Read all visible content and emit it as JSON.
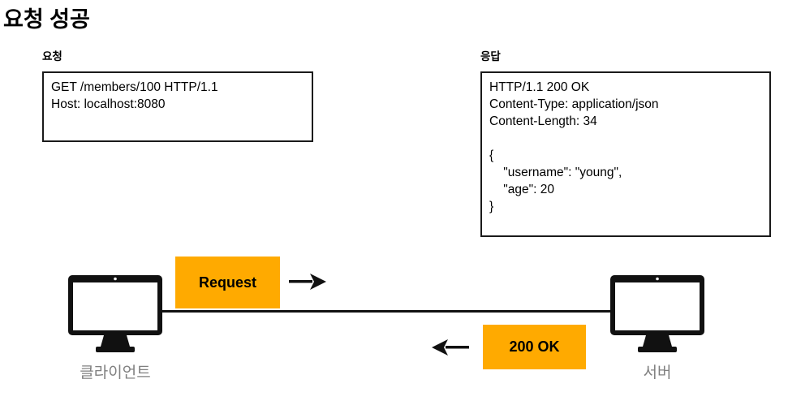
{
  "title": "요청 성공",
  "request_panel": {
    "caption": "요청",
    "message": "GET /members/100 HTTP/1.1\nHost: localhost:8080"
  },
  "response_panel": {
    "caption": "응답",
    "message": "HTTP/1.1 200 OK\nContent-Type: application/json\nContent-Length: 34\n\n{\n    \"username\": \"young\",\n    \"age\": 20\n}"
  },
  "diagram": {
    "client_label": "클라이언트",
    "server_label": "서버",
    "request_badge": "Request",
    "response_badge": "200 OK",
    "badge_color": "#FFAA00",
    "line_color": "#111111",
    "label_color": "#808080"
  }
}
